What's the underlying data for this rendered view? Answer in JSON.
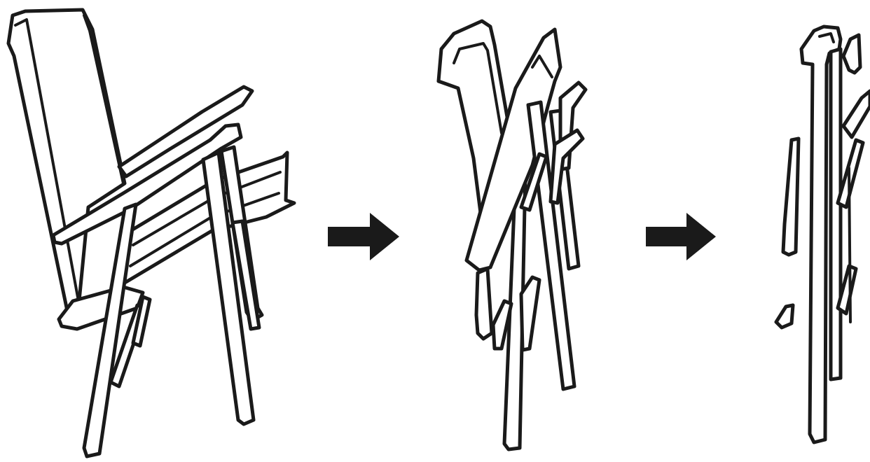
{
  "diagram": {
    "steps": [
      {
        "name": "chair-unfolded"
      },
      {
        "name": "chair-partially-folded"
      },
      {
        "name": "chair-fully-folded"
      }
    ],
    "arrows": [
      {
        "name": "step-arrow-1",
        "icon": "right-arrow-icon"
      },
      {
        "name": "step-arrow-2",
        "icon": "right-arrow-icon"
      }
    ],
    "colors": {
      "line": "#1a1a1a",
      "background": "#ffffff"
    }
  }
}
